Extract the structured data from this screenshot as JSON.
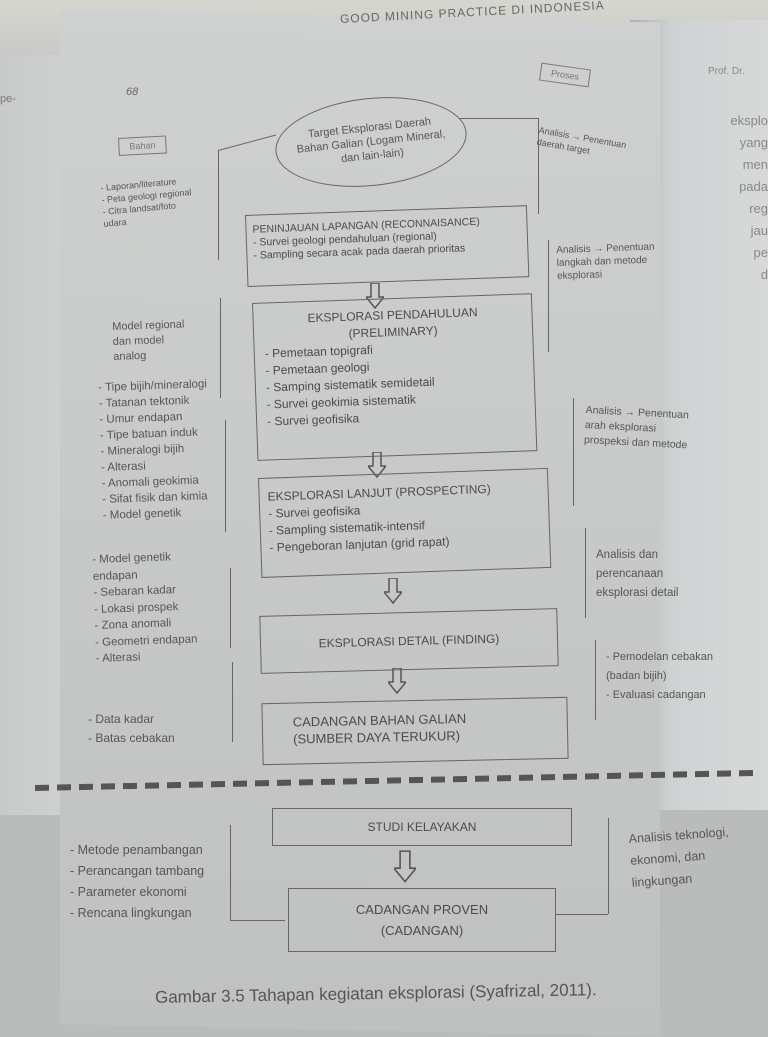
{
  "book": {
    "running_header": "GOOD MINING PRACTICE DI INDONESIA",
    "page_number": "68",
    "left_page_stub": "pe-",
    "right_page_header": "Prof. Dr.",
    "right_page_fragments": [
      "eksplo",
      "yang",
      "men",
      "pada",
      "reg",
      "jau",
      "pe",
      "d"
    ]
  },
  "diagram": {
    "column_labels": {
      "input": "Bahan",
      "process": "Proses"
    },
    "target": "Target Eksplorasi Daerah Bahan Galian (Logam Mineral, dan lain-lain)",
    "stages": [
      {
        "id": "reconnaissance",
        "title": "PENINJAUAN LAPANGAN (RECONNAISANCE)",
        "items": [
          "- Survei geologi pendahuluan (regional)",
          "- Sampling secara acak pada daerah prioritas"
        ],
        "inputs": [
          "- Laporan/literature",
          "- Peta geologi regional",
          "- Citra landsat/foto udara"
        ],
        "analysis": "Analisis → Penentuan daerah target"
      },
      {
        "id": "preliminary",
        "title": "EKSPLORASI PENDAHULUAN",
        "subtitle": "(PRELIMINARY)",
        "items": [
          "- Pemetaan topigrafi",
          "- Pemetaan geologi",
          "- Samping sistematik semidetail",
          "- Survei geokimia sistematik",
          "- Survei geofisika"
        ],
        "inputs_heading": "Model regional dan model analog",
        "analysis": "Analisis → Penentuan langkah dan metode eksplorasi"
      },
      {
        "id": "prospecting",
        "title": "EKSPLORASI LANJUT (PROSPECTING)",
        "items": [
          "- Survei geofisika",
          "- Sampling sistematik-intensif",
          "- Pengeboran lanjutan (grid rapat)"
        ],
        "inputs": [
          "- Tipe bijih/mineralogi",
          "- Tatanan tektonik",
          "- Umur endapan",
          "- Tipe batuan induk",
          "- Mineralogi bijih",
          "- Alterasi",
          "- Anomali geokimia",
          "- Sifat fisik dan kimia",
          "- Model genetik"
        ],
        "analysis": "Analisis → Penentuan arah eksplorasi prospeksi dan metode"
      },
      {
        "id": "finding",
        "title": "EKSPLORASI DETAIL (FINDING)",
        "inputs": [
          "- Model genetik endapan",
          "- Sebaran kadar",
          "- Lokasi prospek",
          "- Zona anomali",
          "- Geometri endapan",
          "- Alterasi"
        ],
        "analysis": "Analisis dan perencanaan eksplorasi detail"
      },
      {
        "id": "resource",
        "title": "CADANGAN BAHAN GALIAN",
        "subtitle": "(SUMBER DAYA TERUKUR)",
        "inputs": [
          "- Data kadar",
          "- Batas cebakan"
        ],
        "analysis_items": [
          "- Pemodelan cebakan (badan bijih)",
          "- Evaluasi cadangan"
        ]
      }
    ],
    "feasibility": {
      "title": "STUDI KELAYAKAN",
      "result_title": "CADANGAN PROVEN",
      "result_subtitle": "(CADANGAN)",
      "inputs": [
        "- Metode penambangan",
        "- Perancangan tambang",
        "- Parameter ekonomi",
        "- Rencana lingkungan"
      ],
      "analysis": "Analisis teknologi, ekonomi, dan lingkungan"
    }
  },
  "caption": "Gambar 3.5 Tahapan kegiatan eksplorasi (Syafrizal, 2011).",
  "colors": {
    "paper": "#cbcdcc",
    "ink": "#4a4a4a",
    "line": "#666666"
  }
}
